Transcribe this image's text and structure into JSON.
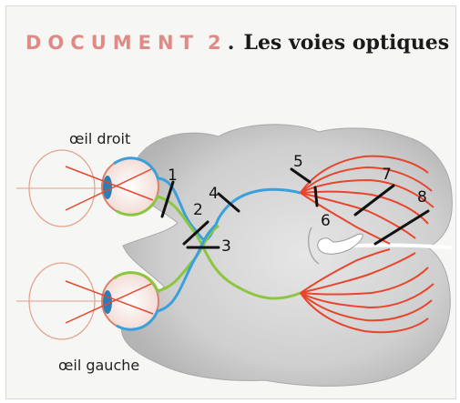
{
  "header": {
    "document_word": "DOCUMENT",
    "document_number": "2",
    "separator": ".",
    "title": "Les voies optiques"
  },
  "labels": {
    "right_eye": "œil droit",
    "left_eye": "œil gauche"
  },
  "markers": [
    "1",
    "2",
    "3",
    "4",
    "5",
    "6",
    "7",
    "8"
  ],
  "colors": {
    "pathway_blue": "#3aa0dc",
    "pathway_green": "#8cc63f",
    "radiation_red": "#e8452c",
    "brain": "#c9c9c9",
    "cut_mark": "#111111"
  }
}
